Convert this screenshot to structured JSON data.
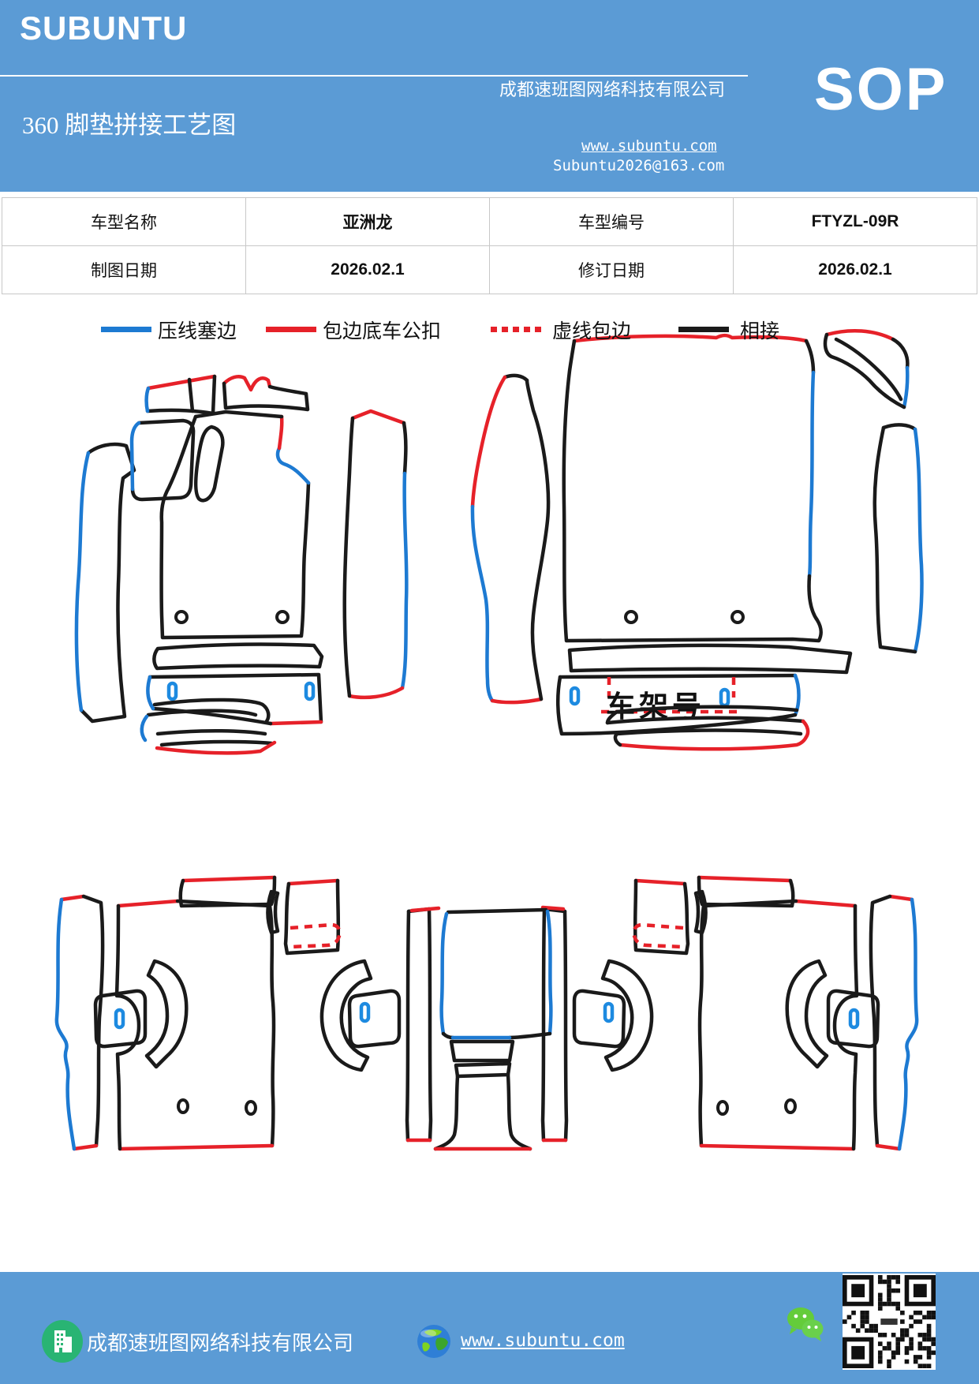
{
  "header": {
    "brand": "SUBUNTU",
    "company": "成都速班图网络科技有限公司",
    "sop": "SOP",
    "title": "360 脚垫拼接工艺图",
    "website": "www.subuntu.com",
    "email": "Subuntu2026@163.com"
  },
  "info_table": {
    "rows": [
      [
        "车型名称",
        "亚洲龙",
        "车型编号",
        "FTYZL-09R"
      ],
      [
        "制图日期",
        "2026.02.1",
        "修订日期",
        "2026.02.1"
      ]
    ]
  },
  "legend": {
    "items": [
      {
        "label": "压线塞边",
        "color": "#1d7ad2",
        "style": "solid"
      },
      {
        "label": "包边底车公扣",
        "color": "#e62129",
        "style": "solid"
      },
      {
        "label": "虚线包边",
        "color": "#e62129",
        "style": "dashed"
      },
      {
        "label": "相接",
        "color": "#1a1a1a",
        "style": "solid"
      }
    ]
  },
  "diagram": {
    "vin_label": "车架号",
    "line_colors": {
      "press_edge_blue": "#1d7ad2",
      "buckle_edge_red": "#e62129",
      "joint_black": "#1a1a1a",
      "slot_blue": "#1d8ae0"
    }
  },
  "footer": {
    "company": "成都速班图网络科技有限公司",
    "website": "www.subuntu.com"
  }
}
